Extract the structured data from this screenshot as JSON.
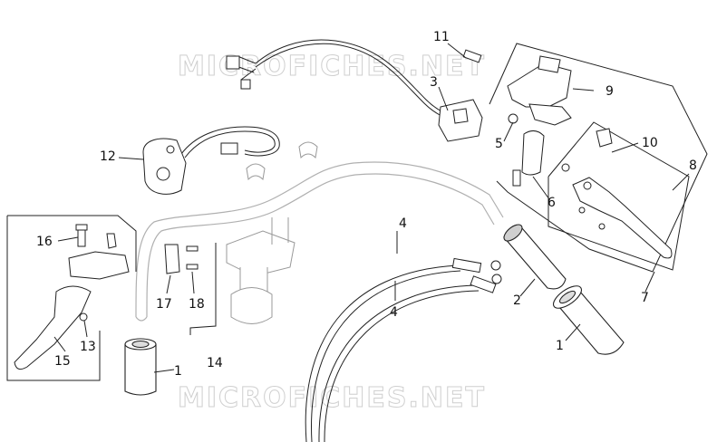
{
  "watermarks": {
    "top": "MICROFICHES.NET",
    "bottom": "MICROFICHES.NET"
  },
  "callouts": {
    "c1_right": "1",
    "c1_left": "1",
    "c2": "2",
    "c3": "3",
    "c4_top": "4",
    "c4_bottom": "4",
    "c5": "5",
    "c6": "6",
    "c7": "7",
    "c8": "8",
    "c9": "9",
    "c10": "10",
    "c11": "11",
    "c12": "12",
    "c13": "13",
    "c14": "14",
    "c15": "15",
    "c16": "16",
    "c17": "17",
    "c18": "18"
  },
  "colors": {
    "line": "#222222",
    "faint": "#9a9a9a",
    "background": "#ffffff"
  }
}
